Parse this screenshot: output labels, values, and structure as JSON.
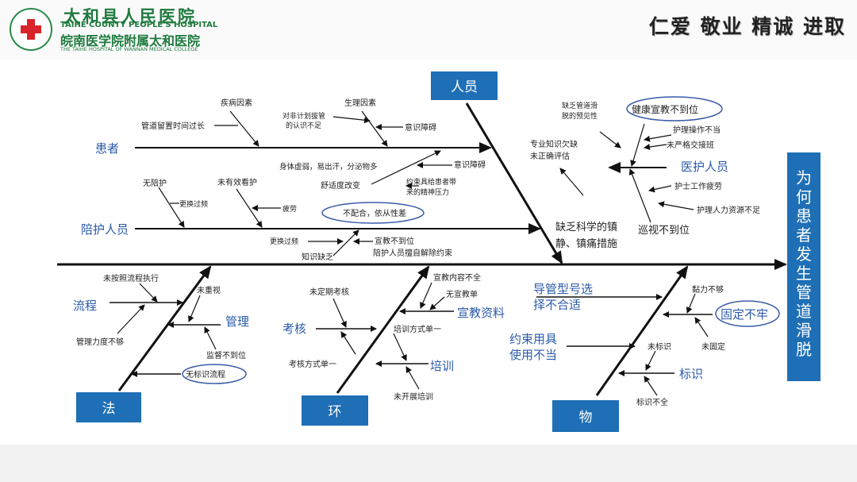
{
  "header": {
    "hospital_name_cn": "太和县人民医院",
    "hospital_name_en": "TAIHE COUNTY PEOPLE'S HOSPITAL",
    "hospital_affiliation_cn": "皖南医学院附属太和医院",
    "hospital_affiliation_en": "THE TAIHE HOSPITAL OF WANNAN MEDICAL COLLEGE",
    "motto": "仁爱 敬业 精诚 进取"
  },
  "diagram": {
    "head": "为何患者发生管道滑脱",
    "boxes": {
      "personnel": "人员",
      "method": "法",
      "environment": "环",
      "material": "物"
    },
    "categories": {
      "patient": "患者",
      "escort": "陪护人员",
      "medical_staff": "医护人员",
      "process": "流程",
      "management": "管理",
      "assessment": "考核",
      "training": "培训",
      "education_material": "宣教资料",
      "catheter_selection_1": "导管型号选",
      "catheter_selection_2": "择不合适",
      "restraint_1": "约束用具",
      "restraint_2": "使用不当",
      "fixation": "固定不牢",
      "marking": "标识"
    },
    "causes": {
      "disease_factor": "疾病因素",
      "tube_time": "管道留置时间过长",
      "physiological": "生理因素",
      "unplanned_1": "对非计划拔管",
      "unplanned_2": "的认识不足",
      "consciousness_1": "意识障碍",
      "body_weak": "身体虚弱，易出汗，分泌物多",
      "consciousness_2": "意识障碍",
      "comfort": "舒适度改变",
      "restraint_pressure_1": "约束具给患者带",
      "restraint_pressure_2": "来的精神压力",
      "noncompliance": "不配合，依从性差",
      "no_escort": "无陪护",
      "no_care": "未有效看护",
      "frequent_change_1": "更换过频",
      "fatigue_1": "疲劳",
      "frequent_change_2": "更换过频",
      "lack_knowledge": "知识缺乏",
      "edu_absent": "宣教不到位",
      "escort_unlock": "陪护人员擅自解除约束",
      "lack_sedation_1": "缺乏科学的镇",
      "lack_sedation_2": "静、镇痛措施",
      "rounds": "巡视不到位",
      "lack_foresight_1": "缺乏管道滑",
      "lack_foresight_2": "脱的预见性",
      "health_edu": "健康宣教不到位",
      "op_improper": "护理操作不当",
      "handover": "未严格交接班",
      "skill_1": "专业知识欠缺",
      "skill_2": "未正确评估",
      "nurse_fatigue": "护士工作疲劳",
      "staff_shortage": "护理人力资源不足",
      "no_process": "未按照流程执行",
      "no_attention": "未重视",
      "weak_mgmt": "管理力度不够",
      "supervision": "监督不到位",
      "no_mark_process": "无标识流程",
      "no_regular_exam": "未定期考核",
      "exam_single": "考核方式单一",
      "edu_incomplete": "宣教内容不全",
      "no_edu_sheet": "无宣教单",
      "train_single": "培训方式单一",
      "no_training": "未开展培训",
      "adhesion": "黏力不够",
      "not_fixed": "未固定",
      "no_mark": "未标识",
      "mark_incomplete": "标识不全"
    }
  },
  "colors": {
    "box_fill": "#1e6fb5",
    "category_text": "#2b5aa8",
    "brand_green": "#1f7a3f",
    "line": "#111111",
    "ellipse": "#3a5ba8"
  }
}
